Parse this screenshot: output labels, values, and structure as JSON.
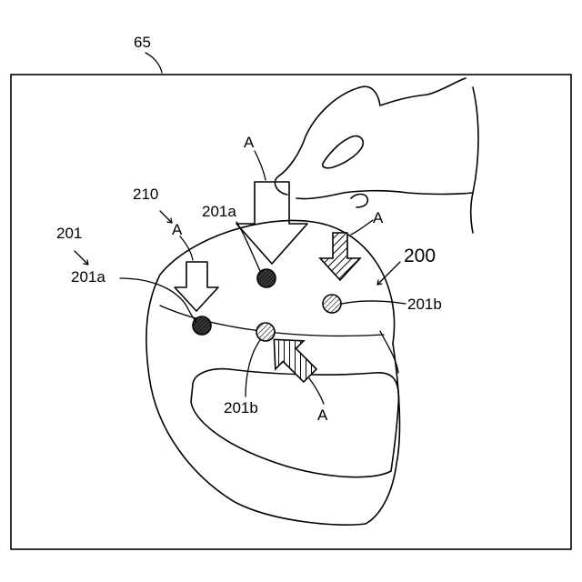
{
  "figure": {
    "label_65": "65",
    "label_200": "200",
    "label_201": "201",
    "label_210": "210",
    "label_201a_left": "201a",
    "label_201a_top": "201a",
    "label_201b_right": "201b",
    "label_201b_bottom": "201b",
    "arrow_labels": {
      "left": "A",
      "top": "A",
      "hatched_top": "A",
      "hatched_bottom": "A"
    }
  },
  "colors": {
    "line": "#000000",
    "background": "#ffffff",
    "sensor_dark": "#1a1a1a"
  },
  "icons": [
    "hand-icon",
    "helmet-icon",
    "arrow-icon",
    "hatched-arrow-icon",
    "sensor-dot-icon"
  ]
}
